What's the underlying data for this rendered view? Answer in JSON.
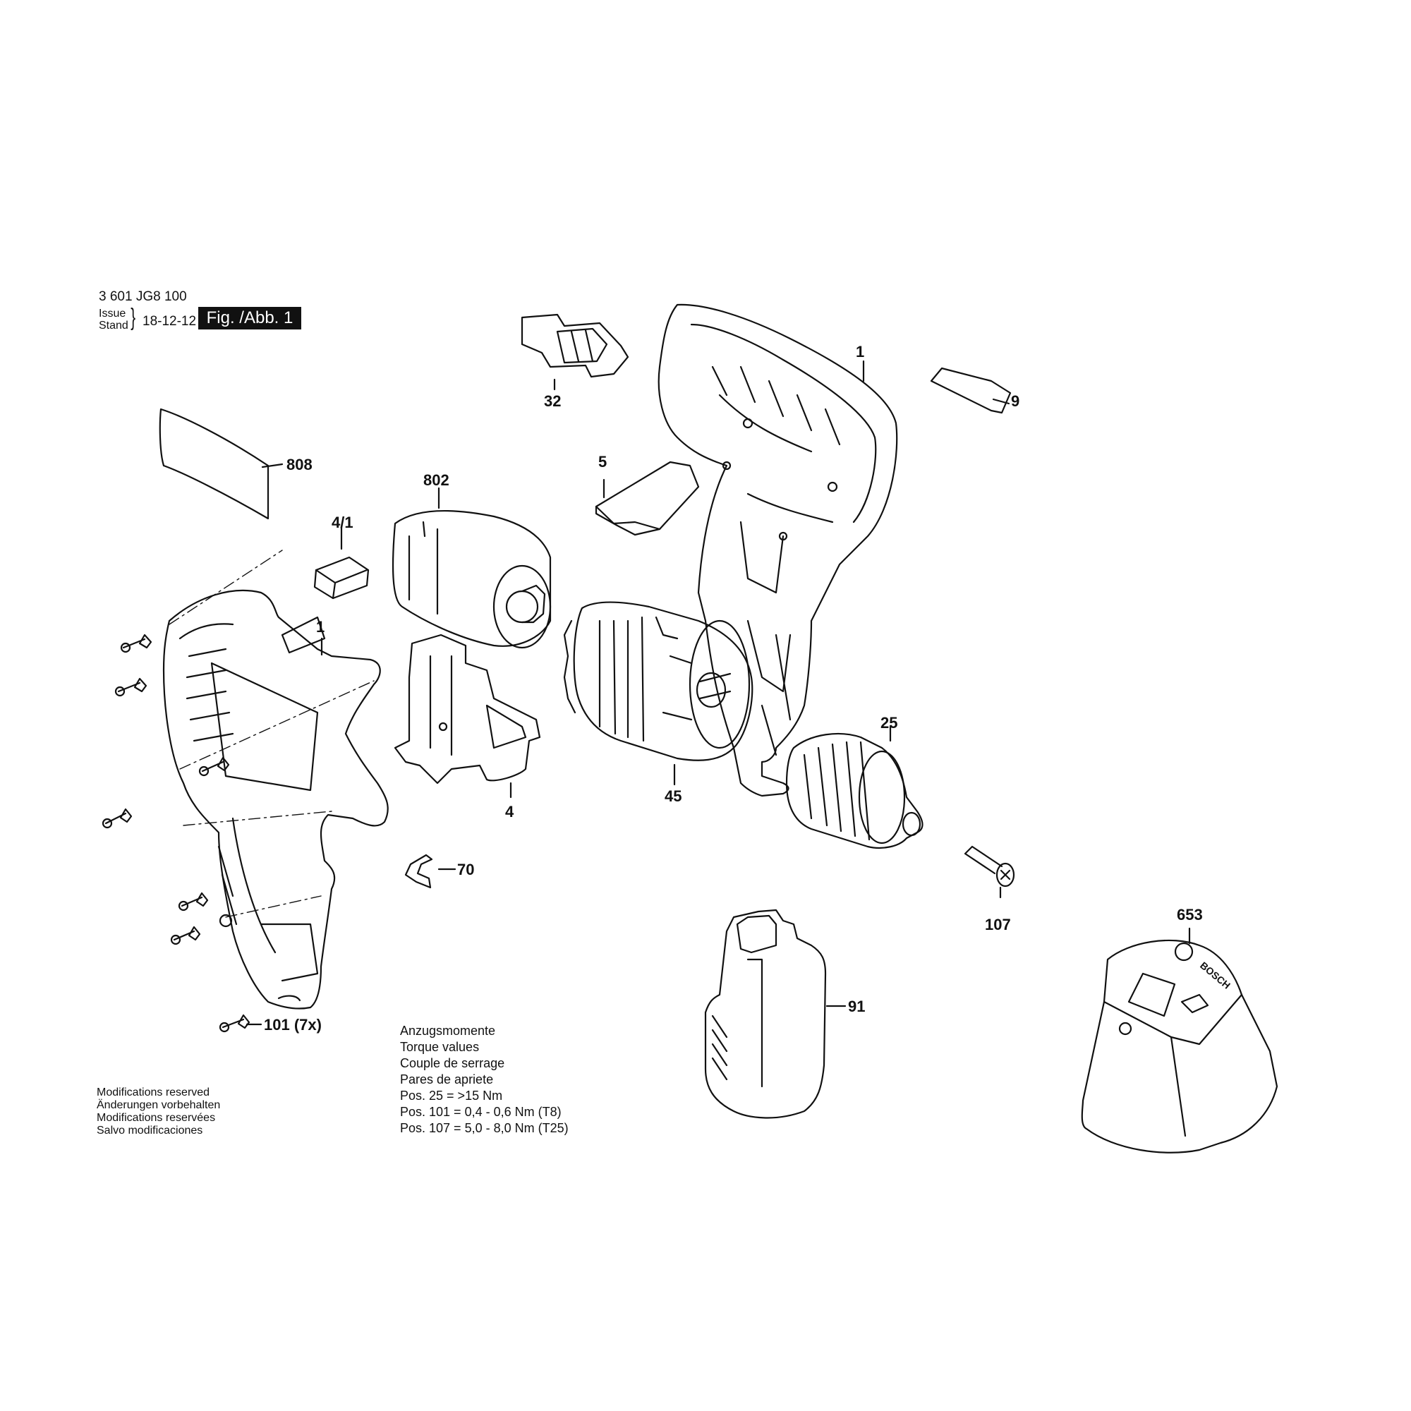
{
  "header": {
    "doc_number": "3 601 JG8 100",
    "issue_label": "Issue",
    "stand_label": "Stand",
    "issue_date": "18-12-12",
    "figure_label": "Fig. /Abb. 1"
  },
  "callouts": {
    "housing_right": "1",
    "housing_left": "1",
    "nameplate_9": "9",
    "part_32": "32",
    "label_808": "808",
    "motor_802": "802",
    "part_5": "5",
    "part_4_1": "4/1",
    "switch_4": "4",
    "gearbox_45": "45",
    "chuck_25": "25",
    "spring_70": "70",
    "screw_107": "107",
    "charger_653": "653",
    "battery_91": "91",
    "screws_101": "101 (7x)"
  },
  "torque": {
    "lines": [
      "Anzugsmomente",
      "Torque values",
      "Couple de serrage",
      "Pares de apriete",
      "Pos.  25  = >15 Nm",
      "Pos. 101 = 0,4 - 0,6 Nm (T8)",
      "Pos. 107 = 5,0 - 8,0 Nm (T25)"
    ]
  },
  "modifications": {
    "lines": [
      "Modifications reserved",
      "Änderungen vorbehalten",
      "Modifications reservées",
      "Salvo modificaciones"
    ]
  },
  "logo_text": "BOSCH",
  "colors": {
    "ink": "#111111",
    "background": "#ffffff",
    "badge": "#111111"
  }
}
